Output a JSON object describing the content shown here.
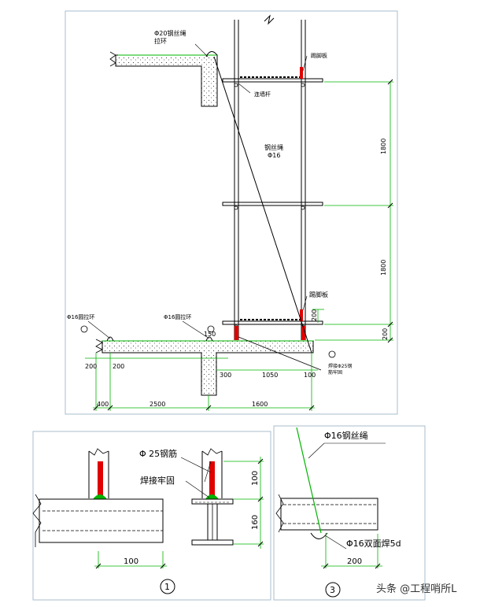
{
  "main": {
    "label_rope_ring": "Φ20钢丝绳\n拉环",
    "label_toe_board_top": "踢脚板",
    "label_tie_bar": "连墙杆",
    "label_rope_mid": "钢丝绳\nΦ16",
    "label_toe_board_bottom": "踢脚板",
    "label_left_ring": "Φ16圆拉环",
    "label_mid_ring": "Φ16圆拉环",
    "label_weld_note": "焊接Φ25钢\n筋牢固",
    "dim_1800_upper": "1800",
    "dim_1800_lower": "1800",
    "dim_200_a": "200",
    "dim_200_b": "200",
    "dim_150": "150",
    "dim_200_left1": "200",
    "dim_200_left2": "200",
    "dim_300": "300",
    "dim_1050": "1050",
    "dim_100_small": "100",
    "dim_400": "400",
    "dim_2500": "2500",
    "dim_1600": "1600"
  },
  "detail1": {
    "label_rebar": "Φ 25钢筋",
    "label_weld": "焊接牢固",
    "dim_100_right": "100",
    "dim_160_right": "160",
    "dim_100_bottom": "100",
    "number": "1"
  },
  "detail3": {
    "label_rope": "Φ16钢丝绳",
    "label_weld": "Φ16双面焊5d",
    "dim_200": "200",
    "number": "3"
  },
  "watermark": "头条 @工程哨所L",
  "colors": {
    "red": "#e00000",
    "green": "#00b400",
    "frame": "#a9bccd"
  }
}
